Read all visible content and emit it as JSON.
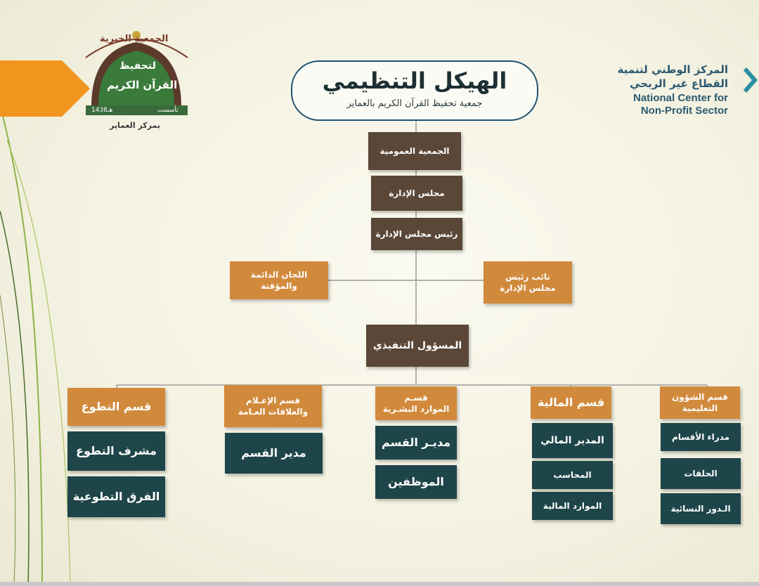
{
  "title": "الهيكل التنظيمي",
  "subtitle": "جمعية تحفيظ القرآن الكريم بالعماير",
  "logo_left": {
    "arc_text": "الجمعية الخيرية",
    "line1": "لتحفيظ",
    "line2": "القرآن الكريم",
    "founded": "تأسست",
    "year": "1438هـ",
    "place": "بمركز العماير"
  },
  "logo_right": {
    "ar_line1": "المركز الوطني لتنمية",
    "ar_line2": "القطاع غير الربحي",
    "en_line1": "National Center for",
    "en_line2": "Non-Profit Sector"
  },
  "top_chain": {
    "general_assembly": "الجمعية العمومية",
    "board": "مجلس الإدارة",
    "board_chair": "رئيس مجلس الإدارة"
  },
  "side_units": {
    "committees_line1": "اللجان الدائمة",
    "committees_line2": "والمؤقتة",
    "vice_line1": "نائب رئيس",
    "vice_line2": "مجلس الإدارة"
  },
  "executive": "المسؤول التنفيذي",
  "departments": {
    "volunteering": {
      "title": "قسم التطوع",
      "items": [
        "مشرف التطوع",
        "الفرق التطوعية"
      ]
    },
    "media": {
      "title_line1": "قسم الإعـلام",
      "title_line2": "والعلاقات العـامة",
      "items": [
        "مدير القسم"
      ]
    },
    "hr": {
      "title_line1": "قسـم",
      "title_line2": "الموارد البشـرية",
      "items": [
        "مديـر القسم",
        "الموظفين"
      ]
    },
    "finance": {
      "title": "قسم المالية",
      "items": [
        "المدير المالي",
        "المحاسب",
        "الموارد المالية"
      ]
    },
    "education": {
      "title_line1": "قسم الشؤون",
      "title_line2": "التعليمية",
      "items": [
        "مدراء الأقسام",
        "الحلقات",
        "الـدور النسائية"
      ]
    }
  },
  "colors": {
    "brown": "#5a4737",
    "orange": "#d18a3c",
    "teal": "#1e4549",
    "accent_orange": "#f2951f",
    "title_border": "#1e5170"
  }
}
